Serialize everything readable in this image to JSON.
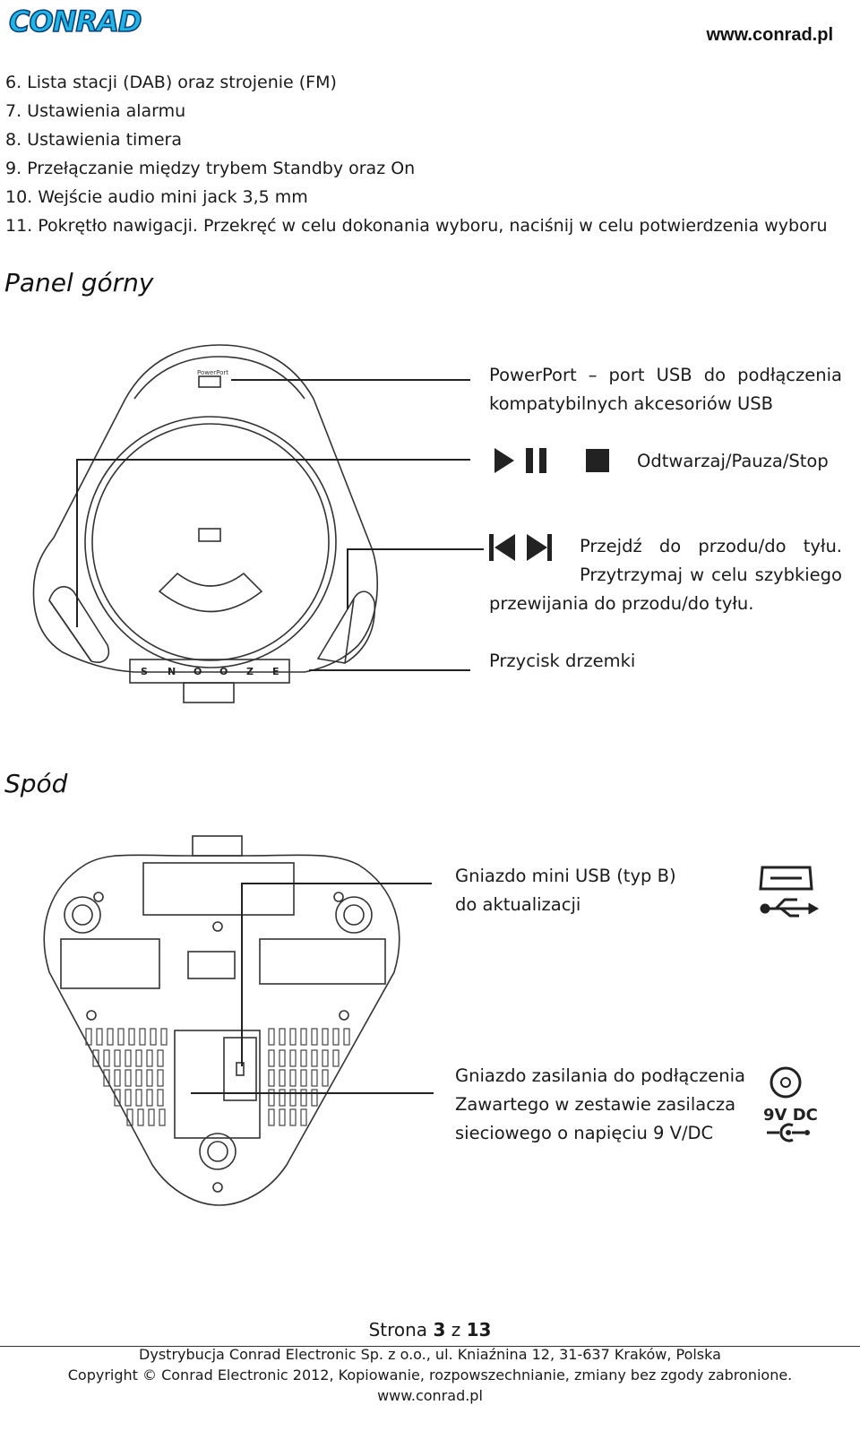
{
  "header": {
    "logo_text": "CONRAD",
    "website": "www.conrad.pl"
  },
  "intro_list": [
    "6. Lista stacji (DAB) oraz strojenie (FM)",
    "7. Ustawienia alarmu",
    "8. Ustawienia timera",
    "9. Przełączanie między trybem Standby oraz On",
    "10. Wejście audio mini jack 3,5 mm",
    "11. Pokrętło nawigacji. Przekręć w celu dokonania wyboru, naciśnij w celu potwierdzenia wyboru"
  ],
  "top_panel": {
    "heading": "Panel górny",
    "device_labels": {
      "usb_port": "PowerPort",
      "snooze": [
        "S",
        "N",
        "O",
        "O",
        "Z",
        "E"
      ]
    },
    "powerport_line1": "PowerPort – port USB do podłączenia",
    "powerport_line2": "kompatybilnych akcesoriów USB",
    "playpause_label": "Odtwarzaj/Pauza/Stop",
    "skip_line1": "Przejdź do przodu/do tyłu.",
    "skip_line2": "Przytrzymaj w celu szybkiego",
    "skip_line3": "przewijania do przodu/do tyłu.",
    "snooze_label": "Przycisk drzemki"
  },
  "bottom": {
    "heading": "Spód",
    "mini_usb_line1": "Gniazdo mini USB (typ B)",
    "mini_usb_line2": "do aktualizacji",
    "power_line1": "Gniazdo zasilania do podłączenia",
    "power_line2": "Zawartego w zestawie zasilacza",
    "power_line3": "sieciowego o napięciu 9 V/DC",
    "dc_icon_label": "9V DC"
  },
  "footer": {
    "page_prefix": "Strona ",
    "page_current": "3",
    "page_sep": " z ",
    "page_total": "13",
    "line1": "Dystrybucja Conrad Electronic Sp. z o.o., ul. Kniaźnina 12, 31-637 Kraków, Polska",
    "line2": "Copyright © Conrad Electronic 2012, Kopiowanie, rozpowszechnianie, zmiany bez zgody zabronione.",
    "line3": "www.conrad.pl"
  },
  "colors": {
    "logo_cyan": "#1fb6e6",
    "logo_outline": "#0a3f7a",
    "line": "#222222"
  }
}
